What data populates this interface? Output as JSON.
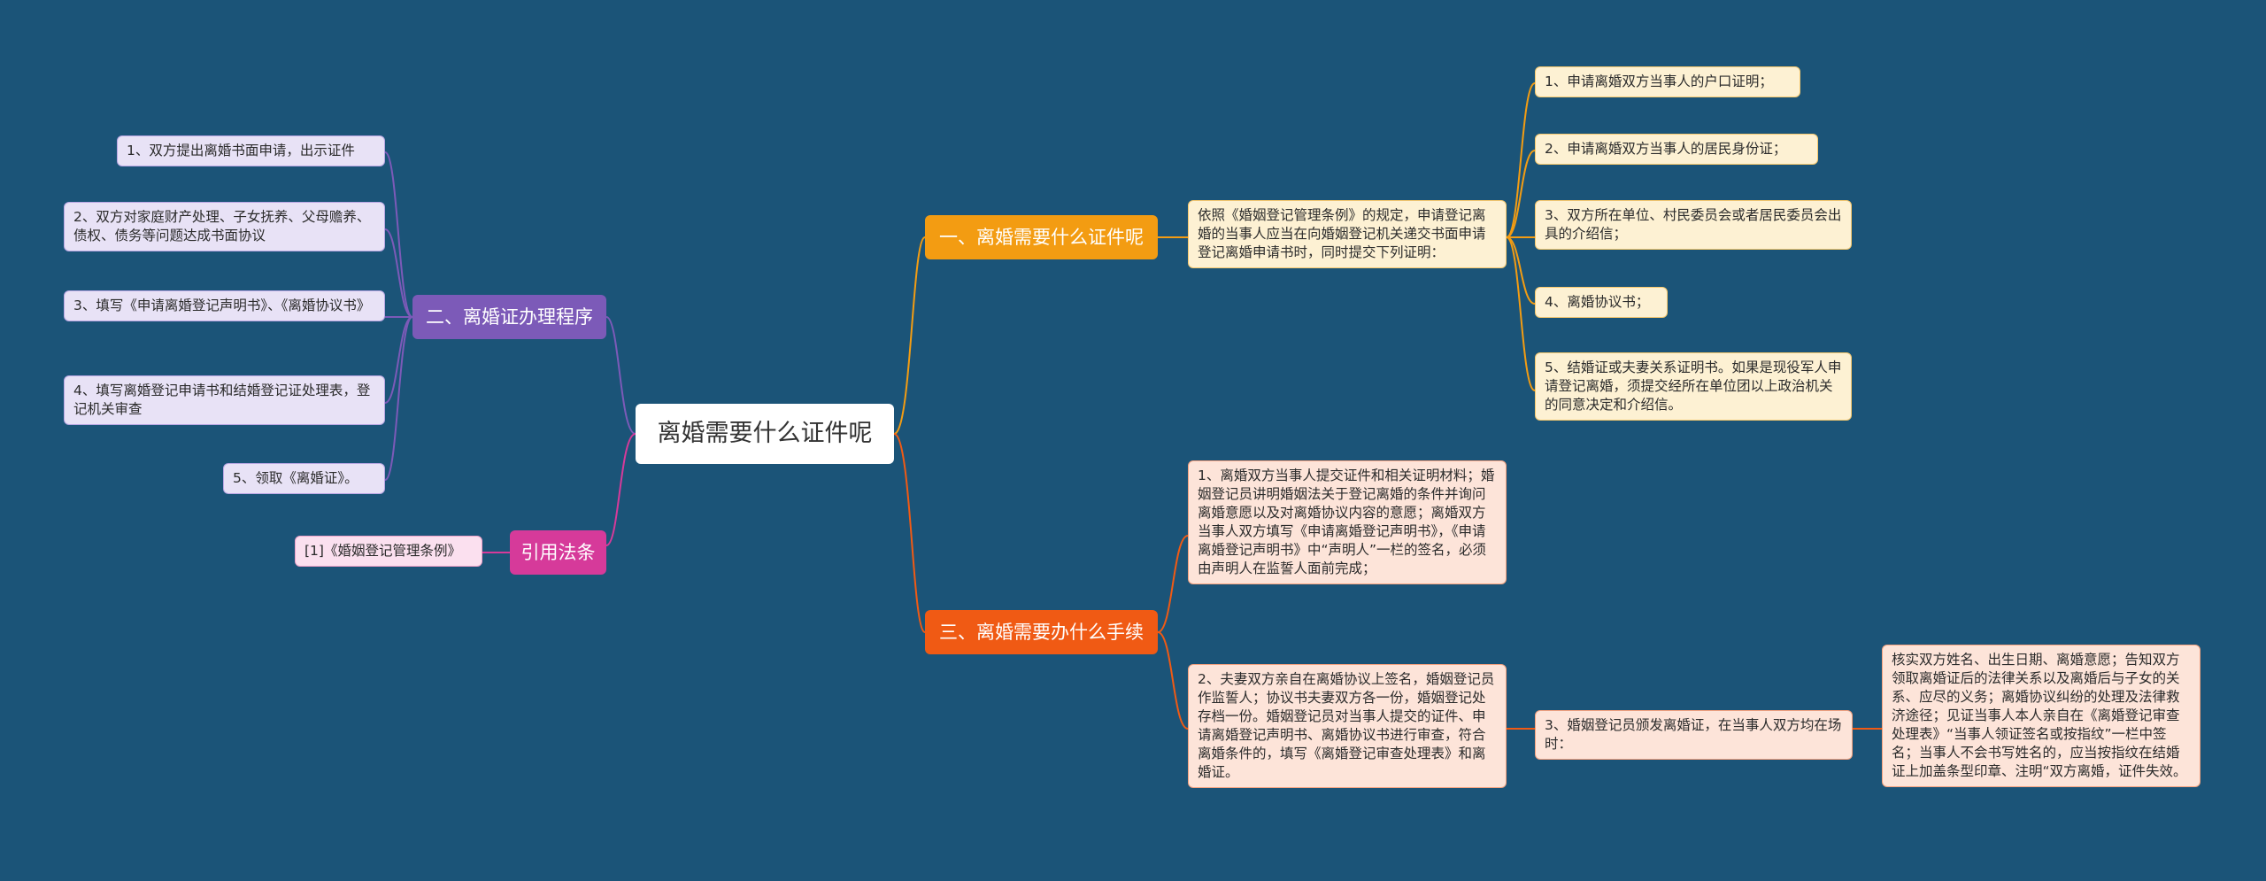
{
  "root": {
    "label": "离婚需要什么证件呢"
  },
  "branches": {
    "b1": {
      "label": "一、离婚需要什么证件呢"
    },
    "b2": {
      "label": "二、离婚证办理程序"
    },
    "b3": {
      "label": "三、离婚需要办什么手续"
    },
    "b4": {
      "label": "引用法条"
    }
  },
  "b1_intro": "依照《婚姻登记管理条例》的规定，申请登记离婚的当事人应当在向婚姻登记机关递交书面申请登记离婚申请书时，同时提交下列证明：",
  "b1_items": [
    "1、申请离婚双方当事人的户口证明；",
    "2、申请离婚双方当事人的居民身份证；",
    "3、双方所在单位、村民委员会或者居民委员会出具的介绍信；",
    "4、离婚协议书；",
    "5、结婚证或夫妻关系证明书。如果是现役军人申请登记离婚，须提交经所在单位团以上政治机关的同意决定和介绍信。"
  ],
  "b2_items": [
    "1、双方提出离婚书面申请，出示证件",
    "2、双方对家庭财产处理、子女抚养、父母赡养、债权、债务等问题达成书面协议",
    "3、填写《申请离婚登记声明书》、《离婚协议书》",
    "4、填写离婚登记申请书和结婚登记证处理表，登记机关审查",
    "5、领取《离婚证》。"
  ],
  "b3_items": [
    "1、离婚双方当事人提交证件和相关证明材料；婚姻登记员讲明婚姻法关于登记离婚的条件并询问离婚意愿以及对离婚协议内容的意愿；离婚双方当事人双方填写《申请离婚登记声明书》，《申请离婚登记声明书》中“声明人”一栏的签名，必须由声明人在监誓人面前完成；",
    "2、夫妻双方亲自在离婚协议上签名，婚姻登记员作监誓人；协议书夫妻双方各一份，婚姻登记处存档一份。婚姻登记员对当事人提交的证件、申请离婚登记声明书、离婚协议书进行审查，符合离婚条件的，填写《离婚登记审查处理表》和离婚证。"
  ],
  "b3_sub": "3、婚姻登记员颁发离婚证，在当事人双方均在场时：",
  "b3_detail": "核实双方姓名、出生日期、离婚意愿；告知双方领取离婚证后的法律关系以及离婚后与子女的关系、应尽的义务；离婚协议纠纷的处理及法律救济途径；见证当事人本人亲自在《离婚登记审查处理表》“当事人领证签名或按指纹”一栏中签名；当事人不会书写姓名的，应当按指纹在结婚证上加盖条型印章、注明“双方离婚，证件失效。",
  "b4_item": "[1]《婚姻登记管理条例》",
  "colors": {
    "background": "#1b5478",
    "orange1": "#f39c12",
    "orange2": "#f05a14",
    "purple": "#7c5ab8",
    "pink": "#d63a9a"
  }
}
